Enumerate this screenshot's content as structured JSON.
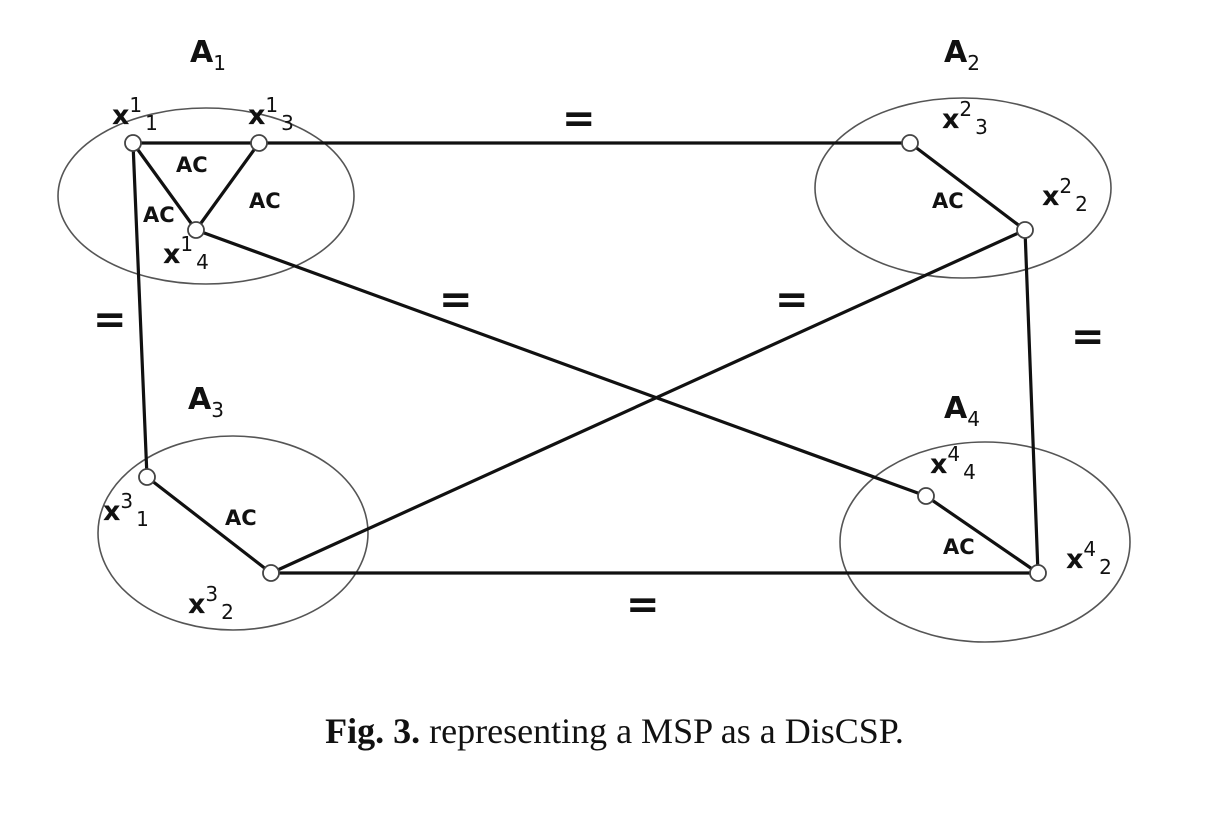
{
  "agents": [
    {
      "id": "A1",
      "letter": "A",
      "sub": "1"
    },
    {
      "id": "A2",
      "letter": "A",
      "sub": "2"
    },
    {
      "id": "A3",
      "letter": "A",
      "sub": "3"
    },
    {
      "id": "A4",
      "letter": "A",
      "sub": "4"
    }
  ],
  "variables": [
    {
      "id": "x11",
      "letter": "x",
      "sup": "1",
      "sub": "1"
    },
    {
      "id": "x13",
      "letter": "x",
      "sup": "1",
      "sub": "3"
    },
    {
      "id": "x14",
      "letter": "x",
      "sup": "1",
      "sub": "4"
    },
    {
      "id": "x23",
      "letter": "x",
      "sup": "2",
      "sub": "3"
    },
    {
      "id": "x22",
      "letter": "x",
      "sup": "2",
      "sub": "2"
    },
    {
      "id": "x31",
      "letter": "x",
      "sup": "3",
      "sub": "1"
    },
    {
      "id": "x32",
      "letter": "x",
      "sup": "3",
      "sub": "2"
    },
    {
      "id": "x44",
      "letter": "x",
      "sup": "4",
      "sub": "4"
    },
    {
      "id": "x42",
      "letter": "x",
      "sup": "4",
      "sub": "2"
    }
  ],
  "intra_constraints": [
    {
      "from": "x11",
      "to": "x13",
      "label": "AC"
    },
    {
      "from": "x11",
      "to": "x14",
      "label": "AC"
    },
    {
      "from": "x13",
      "to": "x14",
      "label": "AC"
    },
    {
      "from": "x23",
      "to": "x22",
      "label": "AC"
    },
    {
      "from": "x31",
      "to": "x32",
      "label": "AC"
    },
    {
      "from": "x44",
      "to": "x42",
      "label": "AC"
    }
  ],
  "inter_constraints": [
    {
      "from": "x13",
      "to": "x23",
      "label": "="
    },
    {
      "from": "x11",
      "to": "x31",
      "label": "="
    },
    {
      "from": "x14",
      "to": "x44",
      "label": "="
    },
    {
      "from": "x22",
      "to": "x32",
      "label": "="
    },
    {
      "from": "x22",
      "to": "x42",
      "label": "="
    },
    {
      "from": "x32",
      "to": "x42",
      "label": "="
    }
  ],
  "caption": {
    "prefix": "Fig. 3.",
    "text": " representing a MSP as a DisCSP."
  }
}
